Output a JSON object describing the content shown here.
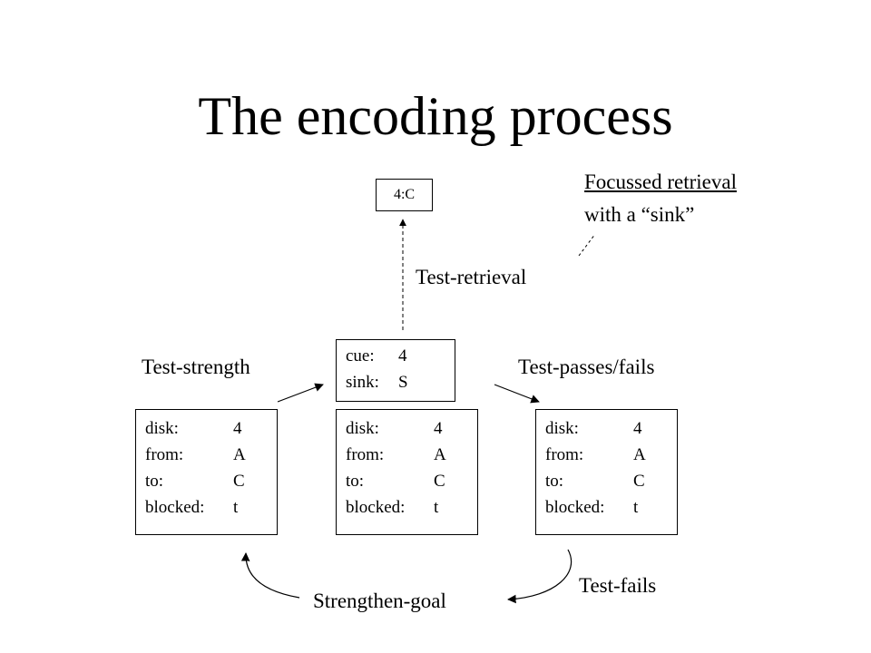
{
  "title": "The encoding process",
  "retrieved_chunk": "4:C",
  "note": {
    "line1": "Focussed retrieval",
    "line2": "with a “sink”"
  },
  "labels": {
    "test_retrieval": "Test-retrieval",
    "test_strength": "Test-strength",
    "test_passes_fails": "Test-passes/fails",
    "test_fails": "Test-fails",
    "strengthen_goal": "Strengthen-goal"
  },
  "cue_chunk": [
    {
      "key": "cue:",
      "value": "4"
    },
    {
      "key": "sink:",
      "value": "S"
    }
  ],
  "goal_chunks": [
    [
      {
        "key": "disk:",
        "value": "4"
      },
      {
        "key": "from:",
        "value": "A"
      },
      {
        "key": "to:",
        "value": "C"
      },
      {
        "key": "blocked:",
        "value": "t"
      }
    ],
    [
      {
        "key": "disk:",
        "value": "4"
      },
      {
        "key": "from:",
        "value": "A"
      },
      {
        "key": "to:",
        "value": "C"
      },
      {
        "key": "blocked:",
        "value": "t"
      }
    ],
    [
      {
        "key": "disk:",
        "value": "4"
      },
      {
        "key": "from:",
        "value": "A"
      },
      {
        "key": "to:",
        "value": "C"
      },
      {
        "key": "blocked:",
        "value": "t"
      }
    ]
  ]
}
